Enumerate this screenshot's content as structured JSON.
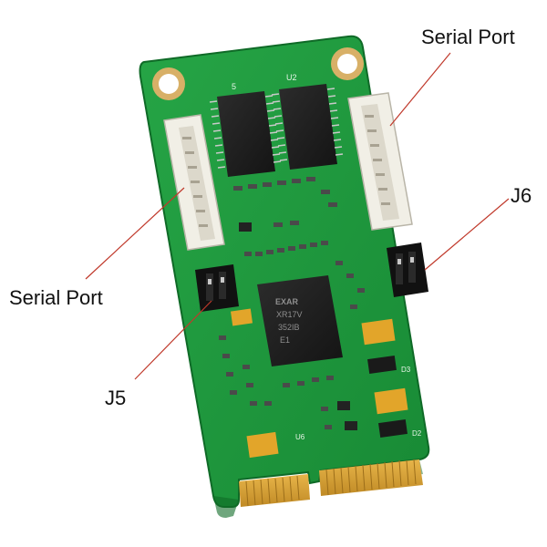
{
  "labels": {
    "serial_port_top": "Serial Port",
    "j6": "J6",
    "serial_port_left": "Serial Port",
    "j5": "J5"
  },
  "chip_markings": {
    "main_chip": [
      "EXAR",
      "XR17V",
      "352IB",
      "E1"
    ],
    "ic_top_left": "5",
    "ic_top_right": "U2",
    "u6": "U6",
    "d2": "D2",
    "d3": "D3"
  },
  "colors": {
    "pcb": "#1f9a3e",
    "pcb_dark": "#157a2e",
    "callout_line": "#c0392b",
    "gold": "#d9a33a",
    "connector": "#f1efe6"
  }
}
